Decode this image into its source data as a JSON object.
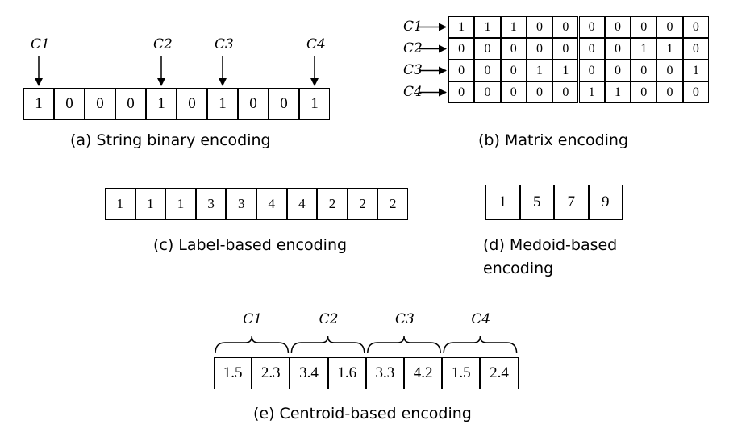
{
  "panel_a": {
    "caption": "(a) String binary encoding",
    "values": [
      "1",
      "0",
      "0",
      "0",
      "1",
      "0",
      "1",
      "0",
      "0",
      "1"
    ],
    "pointers": [
      {
        "label": "C1",
        "index": 0
      },
      {
        "label": "C2",
        "index": 4
      },
      {
        "label": "C3",
        "index": 6
      },
      {
        "label": "C4",
        "index": 9
      }
    ]
  },
  "panel_b": {
    "caption": "(b) Matrix encoding",
    "rows": [
      {
        "label": "C1",
        "values": [
          "1",
          "1",
          "1",
          "0",
          "0",
          "0",
          "0",
          "0",
          "0",
          "0"
        ]
      },
      {
        "label": "C2",
        "values": [
          "0",
          "0",
          "0",
          "0",
          "0",
          "0",
          "0",
          "1",
          "1",
          "0"
        ]
      },
      {
        "label": "C3",
        "values": [
          "0",
          "0",
          "0",
          "1",
          "1",
          "0",
          "0",
          "0",
          "0",
          "1"
        ]
      },
      {
        "label": "C4",
        "values": [
          "0",
          "0",
          "0",
          "0",
          "0",
          "1",
          "1",
          "0",
          "0",
          "0"
        ]
      }
    ]
  },
  "panel_c": {
    "caption": "(c) Label-based encoding",
    "values": [
      "1",
      "1",
      "1",
      "3",
      "3",
      "4",
      "4",
      "2",
      "2",
      "2"
    ]
  },
  "panel_d": {
    "caption_line1": "(d)  Medoid-based",
    "caption_line2": "encoding",
    "values": [
      "1",
      "5",
      "7",
      "9"
    ]
  },
  "panel_e": {
    "caption": "(e) Centroid-based encoding",
    "groups": [
      {
        "label": "C1",
        "values": [
          "1.5",
          "2.3"
        ]
      },
      {
        "label": "C2",
        "values": [
          "3.4",
          "1.6"
        ]
      },
      {
        "label": "C3",
        "values": [
          "3.3",
          "4.2"
        ]
      },
      {
        "label": "C4",
        "values": [
          "1.5",
          "2.4"
        ]
      }
    ]
  }
}
